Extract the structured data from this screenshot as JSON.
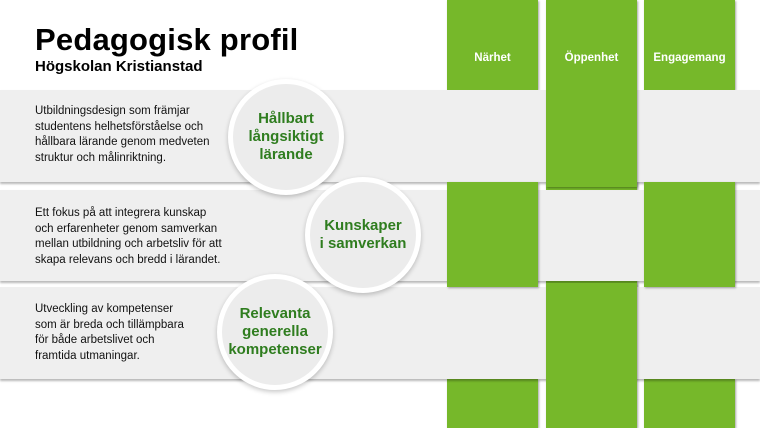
{
  "header": {
    "title": "Pedagogisk profil",
    "subtitle": "Högskolan Kristianstad"
  },
  "columns": [
    {
      "label": "Närhet"
    },
    {
      "label": "Öppenhet"
    },
    {
      "label": "Engagemang"
    }
  ],
  "rows": [
    {
      "description_lines": [
        "Utbildningsdesign som främjar",
        "studentens helhetsförståelse och",
        "hållbara lärande genom medveten",
        "struktur och målinriktning."
      ],
      "circle_lines": [
        "Hållbart",
        "långsiktigt",
        "lärande"
      ]
    },
    {
      "description_lines": [
        "Ett fokus på att integrera kunskap",
        "och erfarenheter genom samverkan",
        "mellan utbildning och arbetsliv för att",
        "skapa relevans och bredd i lärandet."
      ],
      "circle_lines": [
        "Kunskaper",
        "i samverkan"
      ]
    },
    {
      "description_lines": [
        "Utveckling av kompetenser",
        "som är breda och tillämpbara",
        "för både arbetslivet och",
        "framtida utmaningar."
      ],
      "circle_lines": [
        "Relevanta",
        "generella",
        "kompetenser"
      ]
    }
  ],
  "colors": {
    "green": "#76b82a",
    "circle_text": "#2f7d1f",
    "band": "#efefef"
  }
}
